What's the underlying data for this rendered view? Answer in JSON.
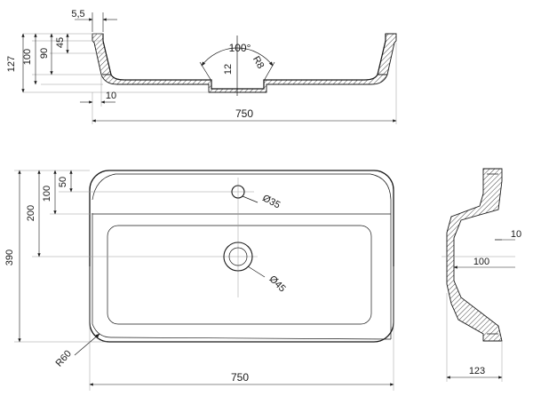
{
  "drawing": {
    "top_view_dims": {
      "width_750": "750",
      "offset_10": "10",
      "overall_127": "127",
      "height_100": "100",
      "height_90": "90",
      "height_45": "45",
      "wall_5_5": "5,5",
      "angle_100": "100°",
      "drain_12": "12",
      "radius_r8": "R8"
    },
    "plan_view_dims": {
      "depth_390": "390",
      "dist_200": "200",
      "dist_100": "100",
      "dist_50": "50",
      "tap_hole_d35": "Ø35",
      "drain_d45": "Ø45",
      "corner_r60": "R60",
      "width_750": "750"
    },
    "side_view_dims": {
      "step_10": "10",
      "depth_100": "100",
      "width_123": "123"
    },
    "colors": {
      "line": "#1a1a1a",
      "background": "#ffffff"
    }
  }
}
